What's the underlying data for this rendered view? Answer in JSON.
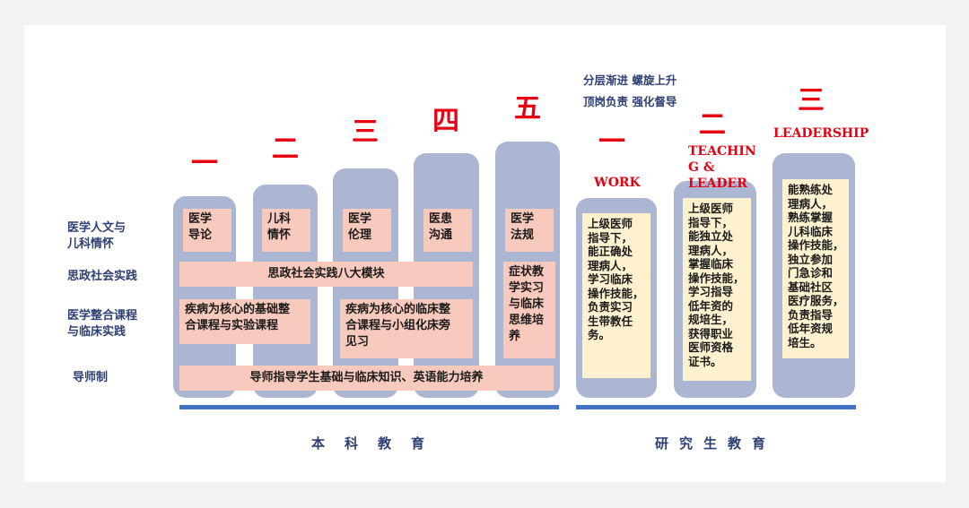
{
  "top_notes": [
    "分层渐进  螺旋上升",
    "顶岗负责  强化督导"
  ],
  "row_labels": {
    "humanities": "医学人文与\n儿科情怀",
    "ideology": "思政社会实践",
    "integrated": "医学整合课程\n与临床实践",
    "mentor": "导师制"
  },
  "undergrad": {
    "years": [
      "一",
      "二",
      "三",
      "四",
      "五"
    ],
    "humanities_courses": [
      "医学\n导论",
      "儿科\n情怀",
      "医学\n伦理",
      "医患\n沟通",
      "医学\n法规"
    ],
    "ideology_module": "思政社会实践八大模块",
    "basic_integration": "疾病为核心的基础整\n合课程与实验课程",
    "clinical_integration": "疾病为核心的临床整\n合课程与小组化床旁\n见习",
    "internship": "症状教\n学实习\n与临床\n思维培\n养",
    "mentor_bar": "导师指导学生基础与临床知识、英语能力培养"
  },
  "graduate": {
    "years": [
      "一",
      "二",
      "三"
    ],
    "stages": [
      "WORK",
      "TEACHIN\nG &\nLEADER",
      "LEADERSHIP"
    ],
    "descriptions": [
      "上级医师\n指导下，\n能正确处\n理病人，\n学习临床\n操作技能，\n负责实习\n生带教任\n务。",
      "上级医师\n指导下，\n能独立处\n理病人，\n掌握临床\n操作技能，\n学习指导\n低年资的\n规培生，\n获得职业\n医师资格\n证书。",
      "能熟练处\n理病人，\n熟练掌握\n儿科临床\n操作技能，\n独立参加\n门急诊和\n基础社区\n医疗服务，\n负责指导\n低年资规\n培生。"
    ]
  },
  "sections": {
    "undergrad": "本科教育",
    "graduate": "研究生教育"
  },
  "colors": {
    "accent_red": "#e60012",
    "column": "#aab6d2",
    "pink_box": "#f8c9bd",
    "cream_box": "#fdf1cf",
    "bar": "#4472c4",
    "label": "#2e3f73"
  }
}
